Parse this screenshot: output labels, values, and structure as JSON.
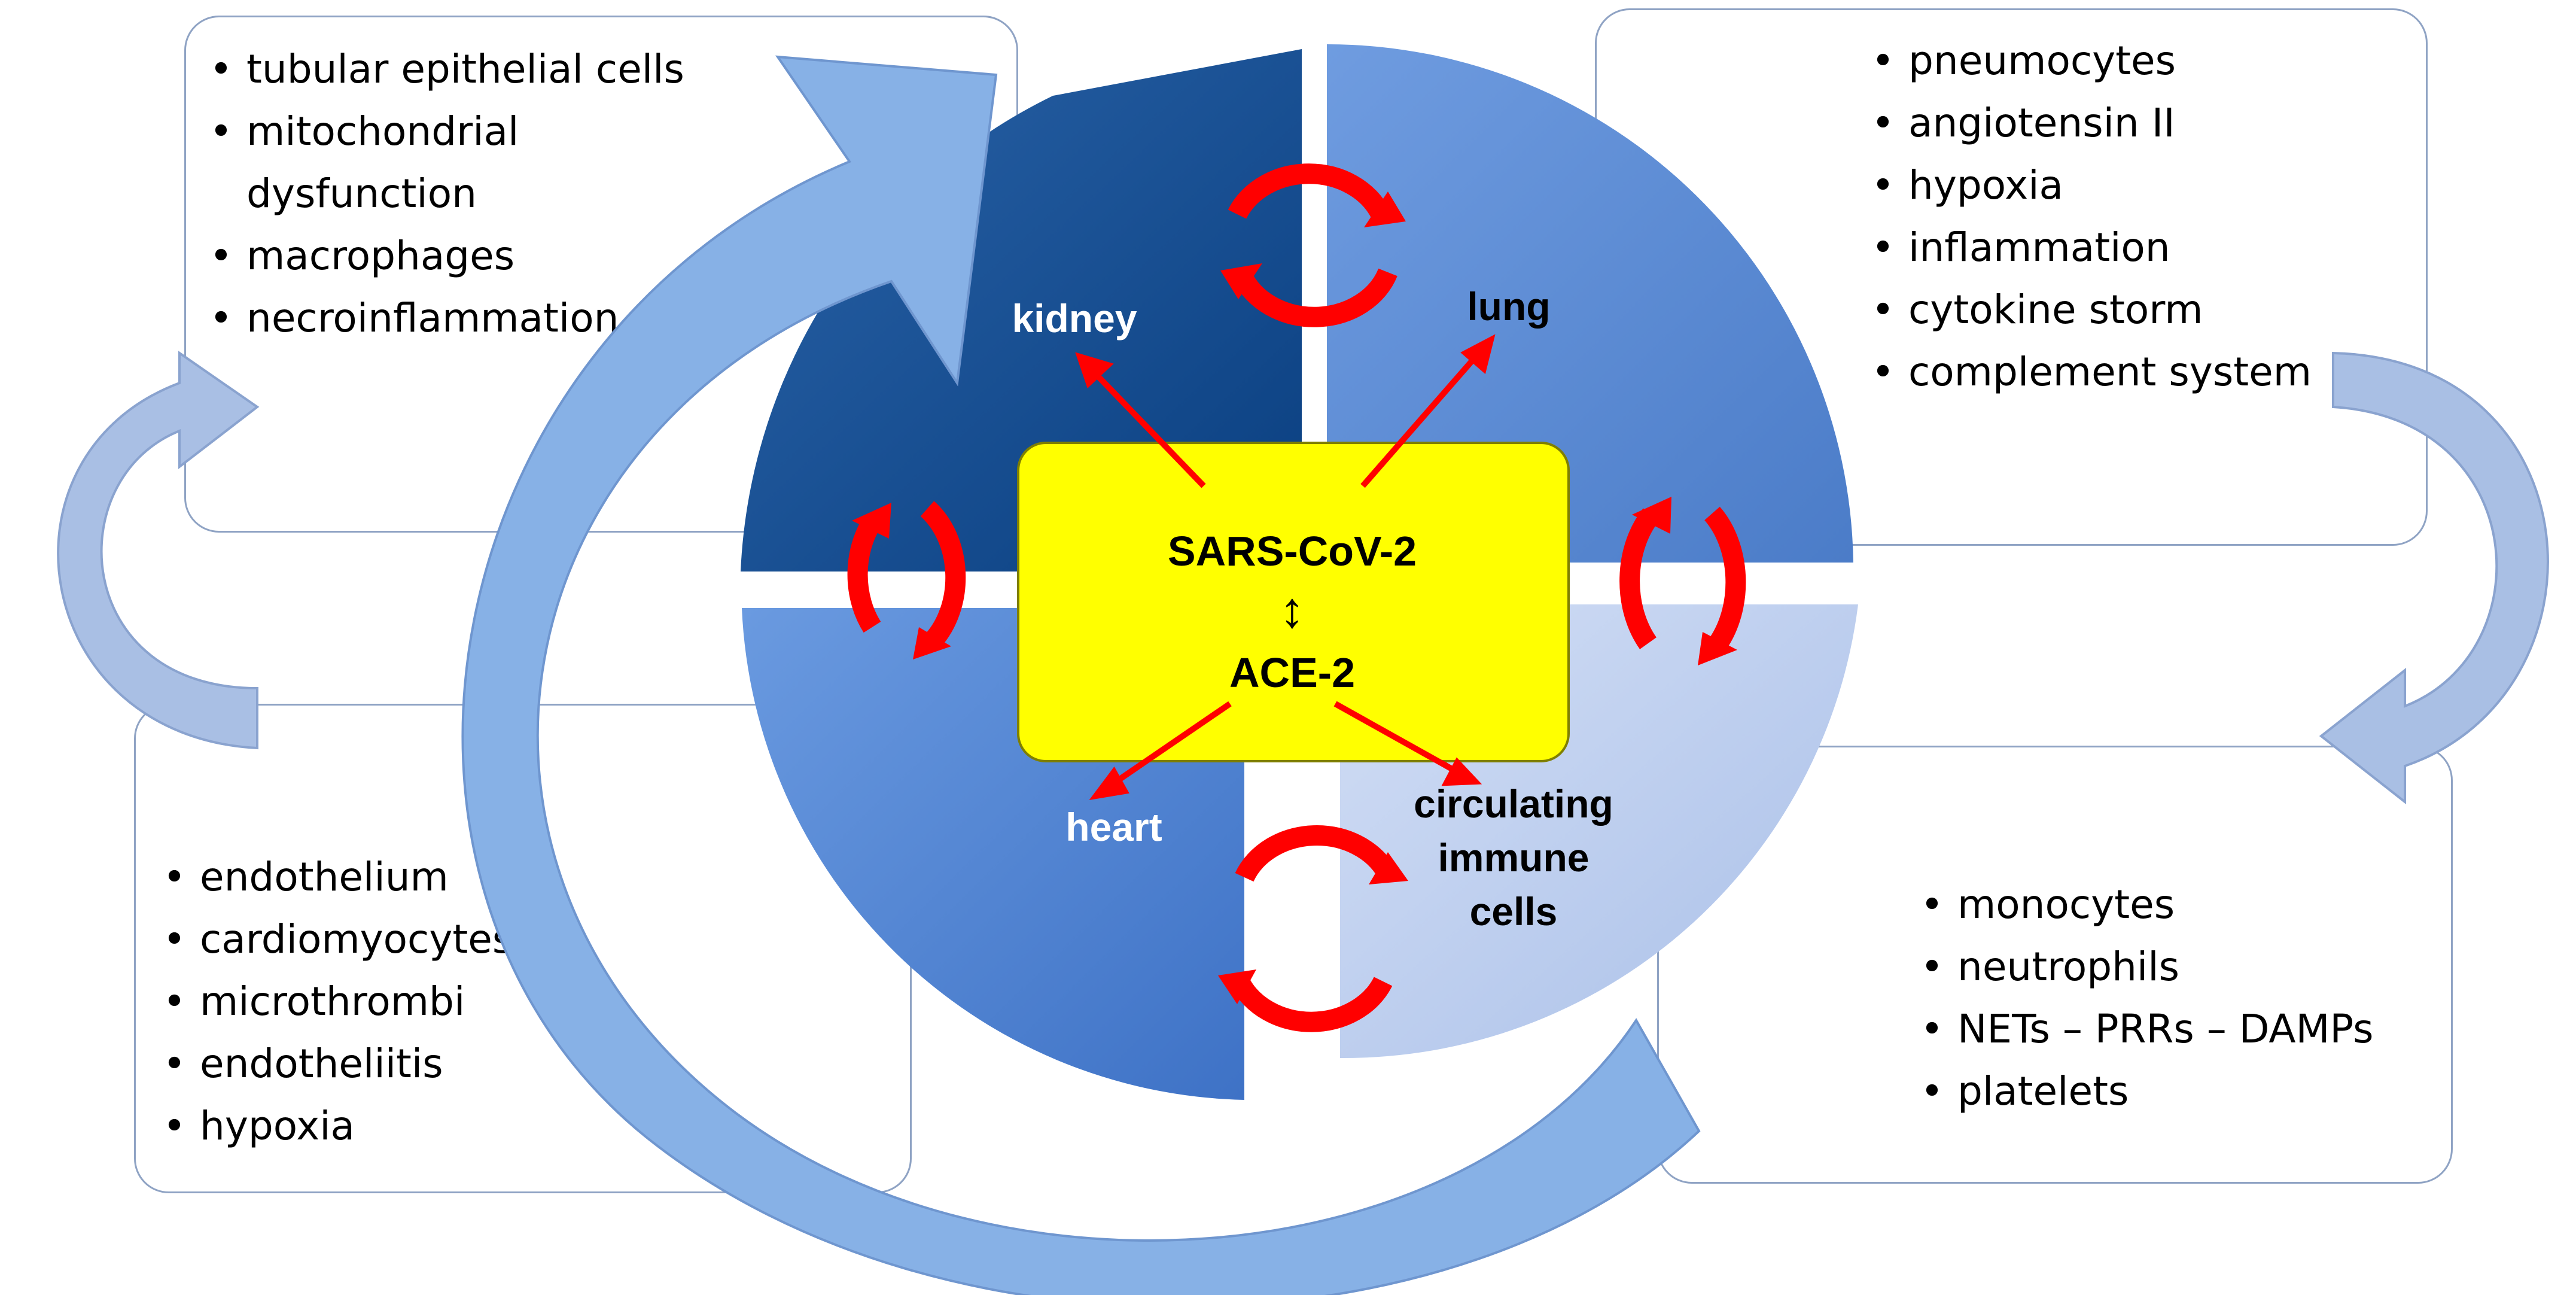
{
  "center": {
    "line1": "SARS-CoV-2",
    "arrow": "↕",
    "line2": "ACE-2"
  },
  "organs": {
    "kidney": "kidney",
    "lung": "lung",
    "heart": "heart",
    "immune_line1": "circulating",
    "immune_line2": "immune",
    "immune_line3": "cells"
  },
  "boxes": {
    "kidney": [
      "tubular epithelial cells",
      "mitochondrial dysfunction",
      "macrophages",
      "necroinflammation"
    ],
    "lung": [
      "pneumocytes",
      "angiotensin II",
      "hypoxia",
      "inflammation",
      "cytokine storm",
      "complement system"
    ],
    "heart": [
      "endothelium",
      "cardiomyocytes",
      "microthrombi",
      "endotheliitis",
      "hypoxia"
    ],
    "immune": [
      "monocytes",
      "neutrophils",
      "NETs – PRRs – DAMPs",
      "platelets"
    ]
  },
  "colors": {
    "kidney_quadrant": "#0f4f96",
    "lung_quadrant": "#5f8fd6",
    "heart_quadrant": "#4f84d6",
    "immune_quadrant": "#b9cbed",
    "core_fill": "#ffff00",
    "cycle_arrow": "#87b1e6",
    "side_arrow": "#a7bde4",
    "red_arrows": "#ff0000"
  }
}
